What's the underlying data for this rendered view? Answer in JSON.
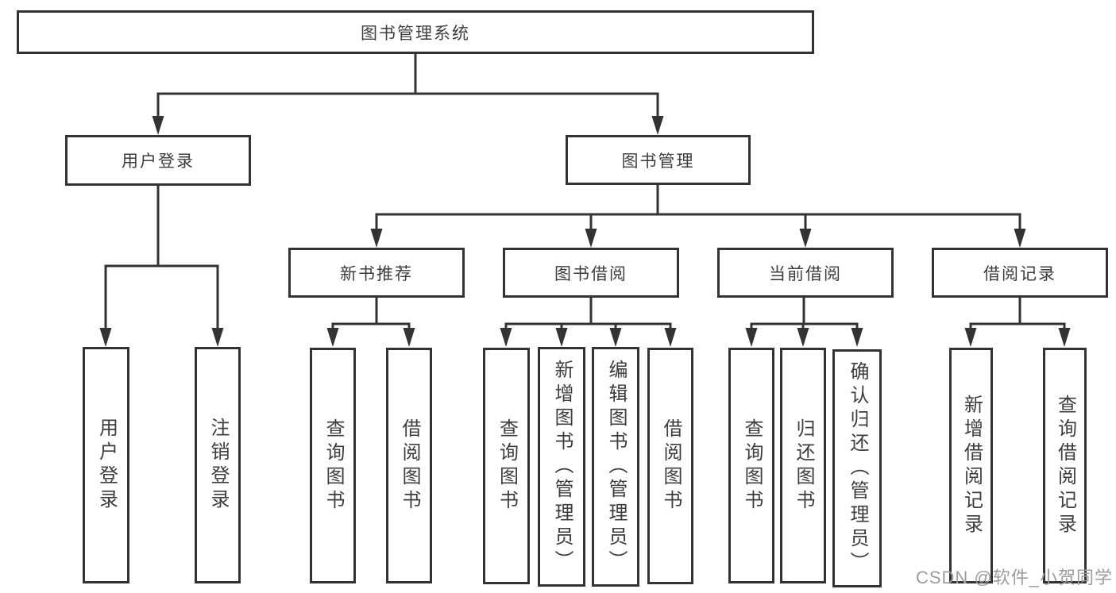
{
  "tree": {
    "root": {
      "label": "图书管理系统"
    },
    "branches": [
      {
        "label": "用户登录",
        "children": [
          {
            "label": "用户登录"
          },
          {
            "label": "注销登录"
          }
        ]
      },
      {
        "label": "图书管理",
        "groups": [
          {
            "label": "新书推荐",
            "children": [
              {
                "label": "查询图书"
              },
              {
                "label": "借阅图书"
              }
            ]
          },
          {
            "label": "图书借阅",
            "children": [
              {
                "label": "查询图书"
              },
              {
                "label": "新增图书（管理员）"
              },
              {
                "label": "编辑图书（管理员）"
              },
              {
                "label": "借阅图书"
              }
            ]
          },
          {
            "label": "当前借阅",
            "children": [
              {
                "label": "查询图书"
              },
              {
                "label": "归还图书"
              },
              {
                "label": "确认归还（管理员）"
              }
            ]
          },
          {
            "label": "借阅记录",
            "children": [
              {
                "label": "新增借阅记录"
              },
              {
                "label": "查询借阅记录"
              }
            ]
          }
        ]
      }
    ]
  },
  "watermark": {
    "text": "CSDN @软件_小贺同学"
  },
  "colors": {
    "background": "#ffffff",
    "line": "#333333",
    "text": "#3d3d3d",
    "watermark": "#9c9c9c"
  }
}
